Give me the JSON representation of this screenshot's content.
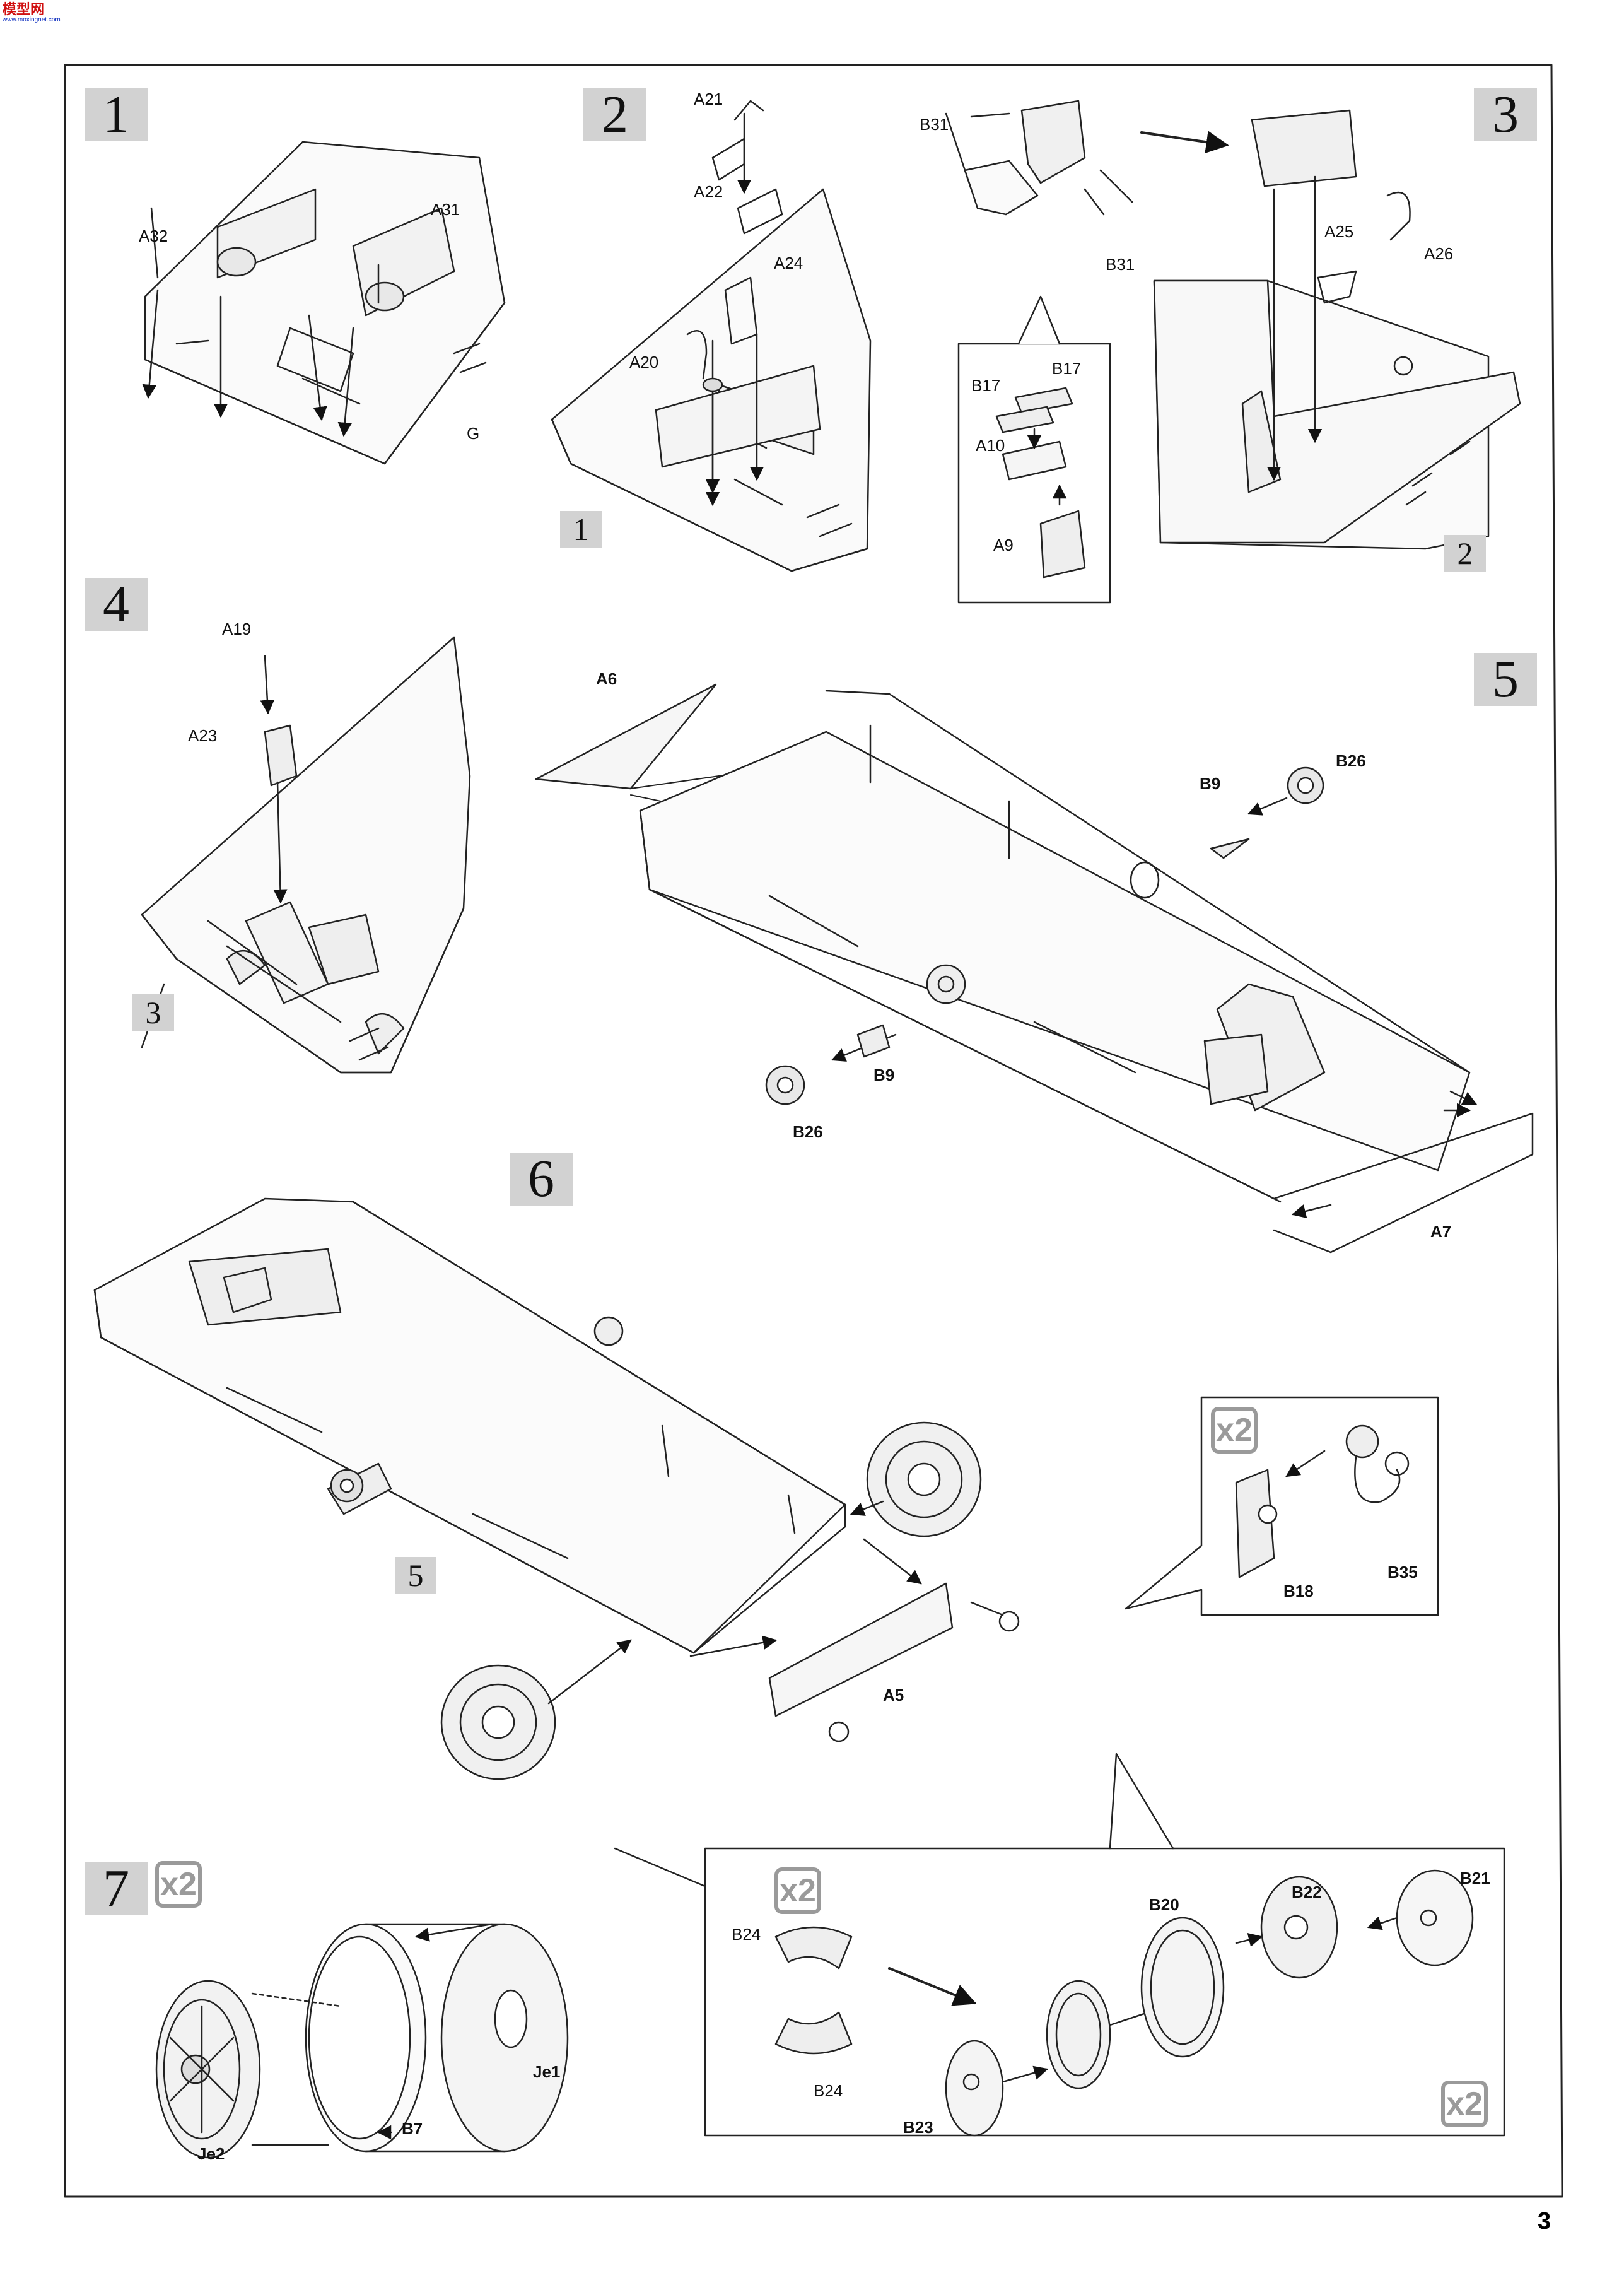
{
  "logo": {
    "text": "模型网",
    "url": "www.moxingnet.com"
  },
  "page_number": "3",
  "steps": {
    "s1": {
      "number": "1",
      "labels": {
        "a32": "A32",
        "a31": "A31",
        "g": "G"
      }
    },
    "s2": {
      "number": "2",
      "ref": "1",
      "labels": {
        "a21": "A21",
        "a22": "A22",
        "a24": "A24",
        "a20": "A20"
      }
    },
    "s3": {
      "number": "3",
      "ref": "2",
      "labels": {
        "b31_top": "B31",
        "b31_bottom": "B31",
        "a25": "A25",
        "a26": "A26",
        "b17_left": "B17",
        "b17_right": "B17",
        "a10": "A10",
        "a9": "A9"
      }
    },
    "s4": {
      "number": "4",
      "ref": "3",
      "labels": {
        "a19": "A19",
        "a23": "A23"
      }
    },
    "s5": {
      "number": "5",
      "labels": {
        "a6": "A6",
        "b9_top": "B9",
        "b26_top": "B26",
        "b9_bottom": "B9",
        "b26_bottom": "B26",
        "a7": "A7"
      }
    },
    "s6": {
      "number": "6",
      "ref": "5",
      "labels": {
        "a5": "A5",
        "b18": "B18",
        "b35": "B35"
      },
      "multiplier": "x2"
    },
    "s7": {
      "number": "7",
      "multiplier": "x2",
      "labels": {
        "je1": "Je1",
        "je2": "Je2",
        "b7": "B7",
        "b24_top": "B24",
        "b24_bottom": "B24",
        "b23": "B23",
        "b20": "B20",
        "b22": "B22",
        "b21": "B21"
      },
      "sub_multiplier_top": "x2",
      "sub_multiplier_bottom": "x2"
    }
  },
  "colors": {
    "step_box": "#d2d2d2",
    "line": "#222222",
    "multiplier": "#9a9a9a"
  }
}
